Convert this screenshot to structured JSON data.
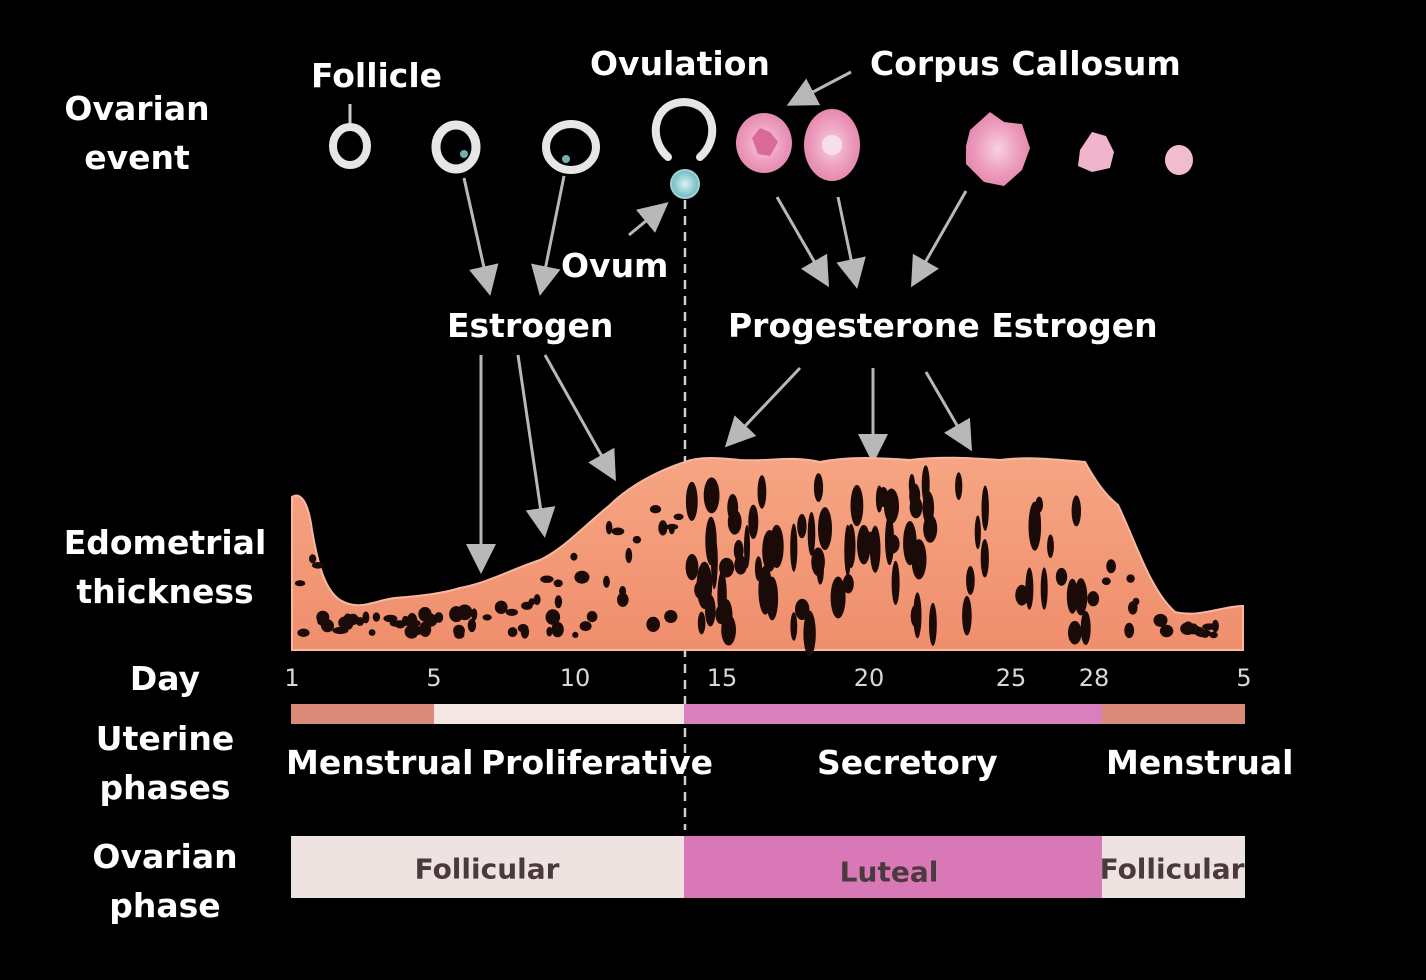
{
  "row_labels": {
    "ovarian_event": [
      "Ovarian",
      "event"
    ],
    "endometrial": [
      "Edometrial",
      "thickness"
    ],
    "day": "Day",
    "uterine": [
      "Uterine",
      "phases"
    ],
    "ovarian_phase": [
      "Ovarian",
      "phase"
    ]
  },
  "annotations": {
    "follicle": "Follicle",
    "ovulation": "Ovulation",
    "corpus": "Corpus Callosum",
    "ovum": "Ovum",
    "estrogen": "Estrogen",
    "prog_estrogen": "Progesterone Estrogen"
  },
  "day_ticks": [
    "1",
    "5",
    "10",
    "15",
    "20",
    "25",
    "28",
    "5"
  ],
  "uterine_phases": [
    {
      "label": "Menstrual",
      "color": "#d98a78"
    },
    {
      "label": "Proliferative",
      "color": "#f3e6e3"
    },
    {
      "label": "Secretory",
      "color": "#d87fbe"
    },
    {
      "label": "Menstrual",
      "color": "#d98a78"
    }
  ],
  "ovarian_phases": [
    {
      "label": "Follicular",
      "color": "#efe3e1"
    },
    {
      "label": "Luteal",
      "color": "#d878b6"
    },
    {
      "label": "Follicular",
      "color": "#efe3e1"
    }
  ],
  "colors": {
    "endometrium": "#f29874",
    "endometrium_dark": "#e07458",
    "arrow": "#b8b8b8",
    "corpus_pink": "#f0a8c8"
  }
}
